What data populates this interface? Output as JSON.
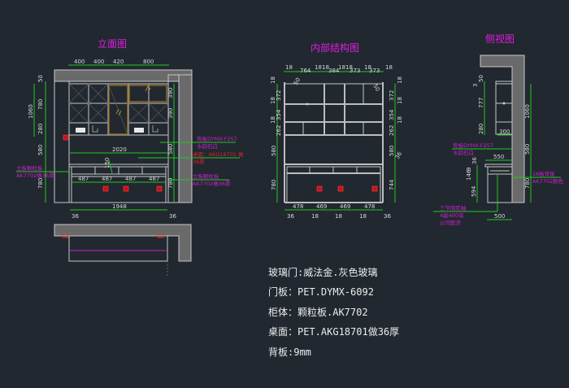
{
  "titles": {
    "elevation": "立面图",
    "internal": "内部结构图",
    "side": "侧视图"
  },
  "elevation": {
    "top_dims": [
      "400",
      "400",
      "420",
      "800"
    ],
    "left_dims": [
      "50",
      "780",
      "1060",
      "280",
      "580",
      "780"
    ],
    "right_dims": [
      "390",
      "390",
      "580",
      "780"
    ],
    "width_dim": "2020",
    "drawer_height_dim": "150",
    "drawer_dims": [
      "487",
      "487",
      "487",
      "487"
    ],
    "bottom_dim": "1948",
    "bottom_offsets": [
      "36",
      "36"
    ],
    "annotations": {
      "left_panel_line1": "立板颗粒板",
      "left_panel_line2": "AK7702做36厚",
      "back_panel_line1": "背板DYMX-F257",
      "back_panel_line2": "水韵石白",
      "desk_line1": "桌面：AKG18701 做",
      "desk_line2": "36厚",
      "right_panel_line1": "立板颗粒板",
      "right_panel_line2": "AK7702做36厚"
    }
  },
  "internal": {
    "top_dims": [
      "18",
      "764",
      "18",
      "18",
      "384",
      "18",
      "18",
      "373",
      "18",
      "373",
      "18"
    ],
    "inner_top_dims": [
      "50",
      "50"
    ],
    "left_dims": [
      "18",
      "372",
      "18",
      "354",
      "18",
      "262",
      "580",
      "780"
    ],
    "right_dims": [
      "18",
      "372",
      "18",
      "354",
      "18",
      "262",
      "580",
      "36",
      "744"
    ],
    "bottom_dims": [
      "478",
      "469",
      "469",
      "478"
    ],
    "bottom_offsets": [
      "36",
      "18",
      "18",
      "18",
      "36"
    ]
  },
  "side": {
    "left_dims": [
      "50",
      "3",
      "777",
      "280",
      "36",
      "9",
      "146",
      "594"
    ],
    "right_dims": [
      "1060",
      "580",
      "780"
    ],
    "shelf_dim": "300",
    "desk_dim": "550",
    "base_dim": "500",
    "annotations": {
      "back_panel_line1": "背板DYMX-F257",
      "back_panel_line2": "水韵石白",
      "panel18_line1": "18板背板",
      "panel18_line2": "AK7702颜色",
      "drawer_line1": "三节阻尼抽",
      "drawer_line2": "4副400深",
      "drawer_line3": "公司配货"
    }
  },
  "legend": [
    "玻璃门:威法金.灰色玻璃",
    "门板：PET.DYMX-6092",
    "柜体：颗粒板.AK7702",
    "桌面：PET.AKG18701做36厚",
    "背板:9mm"
  ],
  "colors": {
    "background": "#212830",
    "dimension": "#22c822",
    "title": "#e01ee0",
    "annotation": "#d01fd0",
    "warning": "#e0202a"
  }
}
